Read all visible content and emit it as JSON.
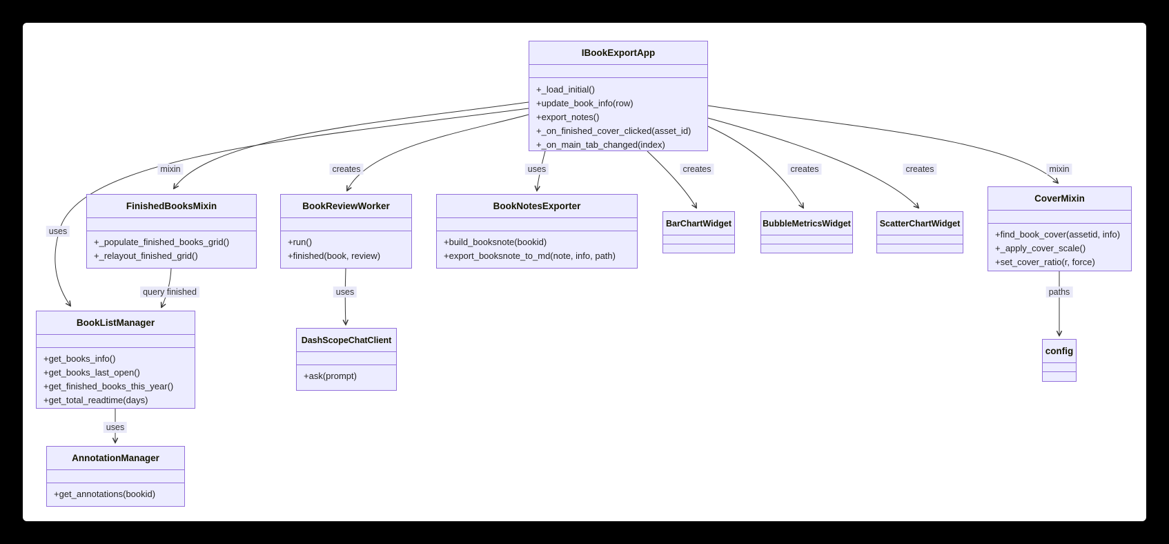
{
  "diagram_type": "uml-class-diagram",
  "colors": {
    "page_background": "#000000",
    "canvas_background": "#ffffff",
    "node_fill": "#ECECFF",
    "node_border": "#9370DB",
    "edge_stroke": "#333333",
    "edge_label_background": "#E8E8F8"
  },
  "classes": [
    {
      "name": "IBookExportApp",
      "members": [
        "+_load_initial()",
        "+update_book_info(row)",
        "+export_notes()",
        "+_on_finished_cover_clicked(asset_id)",
        "+_on_main_tab_changed(index)"
      ]
    },
    {
      "name": "FinishedBooksMixin",
      "members": [
        "+_populate_finished_books_grid()",
        "+_relayout_finished_grid()"
      ]
    },
    {
      "name": "BookReviewWorker",
      "members": [
        "+run()",
        "+finished(book, review)"
      ]
    },
    {
      "name": "BookNotesExporter",
      "members": [
        "+build_booksnote(bookid)",
        "+export_booksnote_to_md(note, info, path)"
      ]
    },
    {
      "name": "BarChartWidget",
      "members": []
    },
    {
      "name": "BubbleMetricsWidget",
      "members": []
    },
    {
      "name": "ScatterChartWidget",
      "members": []
    },
    {
      "name": "CoverMixin",
      "members": [
        "+find_book_cover(assetid, info)",
        "+_apply_cover_scale()",
        "+set_cover_ratio(r, force)"
      ]
    },
    {
      "name": "BookListManager",
      "members": [
        "+get_books_info()",
        "+get_books_last_open()",
        "+get_finished_books_this_year()",
        "+get_total_readtime(days)"
      ]
    },
    {
      "name": "DashScopeChatClient",
      "members": [
        "+ask(prompt)"
      ]
    },
    {
      "name": "config",
      "members": []
    },
    {
      "name": "AnnotationManager",
      "members": [
        "+get_annotations(bookid)"
      ]
    }
  ],
  "edges": [
    {
      "from": "IBookExportApp",
      "to": "FinishedBooksMixin",
      "label": "mixin"
    },
    {
      "from": "IBookExportApp",
      "to": "BookListManager",
      "label": "uses"
    },
    {
      "from": "IBookExportApp",
      "to": "BookReviewWorker",
      "label": "creates"
    },
    {
      "from": "IBookExportApp",
      "to": "BookNotesExporter",
      "label": "uses"
    },
    {
      "from": "IBookExportApp",
      "to": "BarChartWidget",
      "label": "creates"
    },
    {
      "from": "IBookExportApp",
      "to": "BubbleMetricsWidget",
      "label": "creates"
    },
    {
      "from": "IBookExportApp",
      "to": "ScatterChartWidget",
      "label": "creates"
    },
    {
      "from": "IBookExportApp",
      "to": "CoverMixin",
      "label": "mixin"
    },
    {
      "from": "FinishedBooksMixin",
      "to": "BookListManager",
      "label": "query finished"
    },
    {
      "from": "BookReviewWorker",
      "to": "DashScopeChatClient",
      "label": "uses"
    },
    {
      "from": "BookListManager",
      "to": "AnnotationManager",
      "label": "uses"
    },
    {
      "from": "CoverMixin",
      "to": "config",
      "label": "paths"
    }
  ]
}
